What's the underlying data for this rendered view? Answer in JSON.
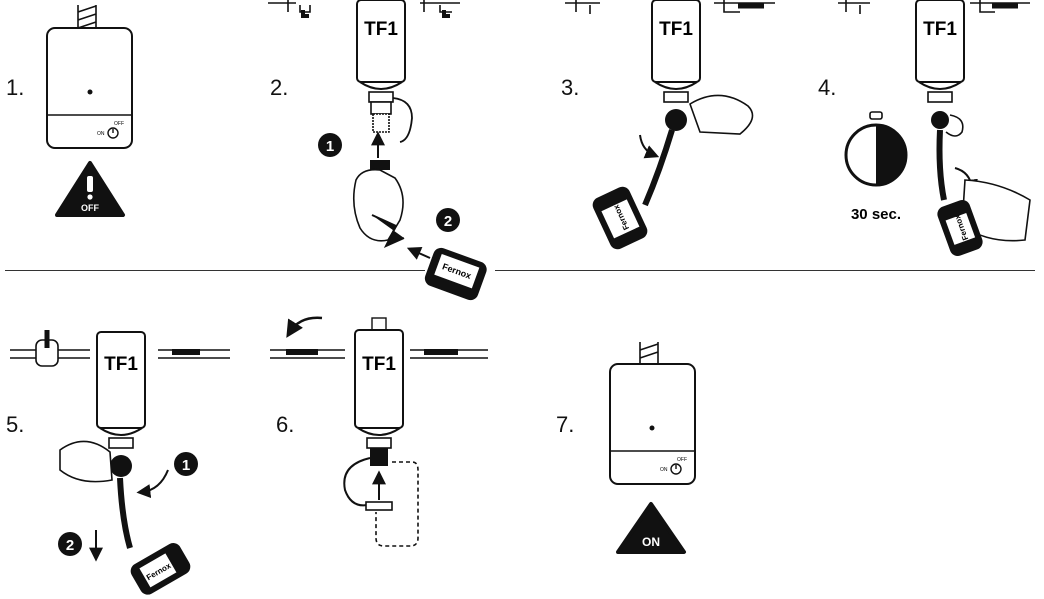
{
  "steps": [
    {
      "number": "1.",
      "warning": "OFF"
    },
    {
      "number": "2."
    },
    {
      "number": "3."
    },
    {
      "number": "4.",
      "timer": "30 sec."
    },
    {
      "number": "5."
    },
    {
      "number": "6."
    },
    {
      "number": "7.",
      "warning": "ON"
    }
  ],
  "filter_label": "TF1",
  "boiler_switch": {
    "on": "ON",
    "off": "OFF"
  },
  "bottle_label": "Fernox",
  "sub_steps": [
    "1",
    "2"
  ]
}
